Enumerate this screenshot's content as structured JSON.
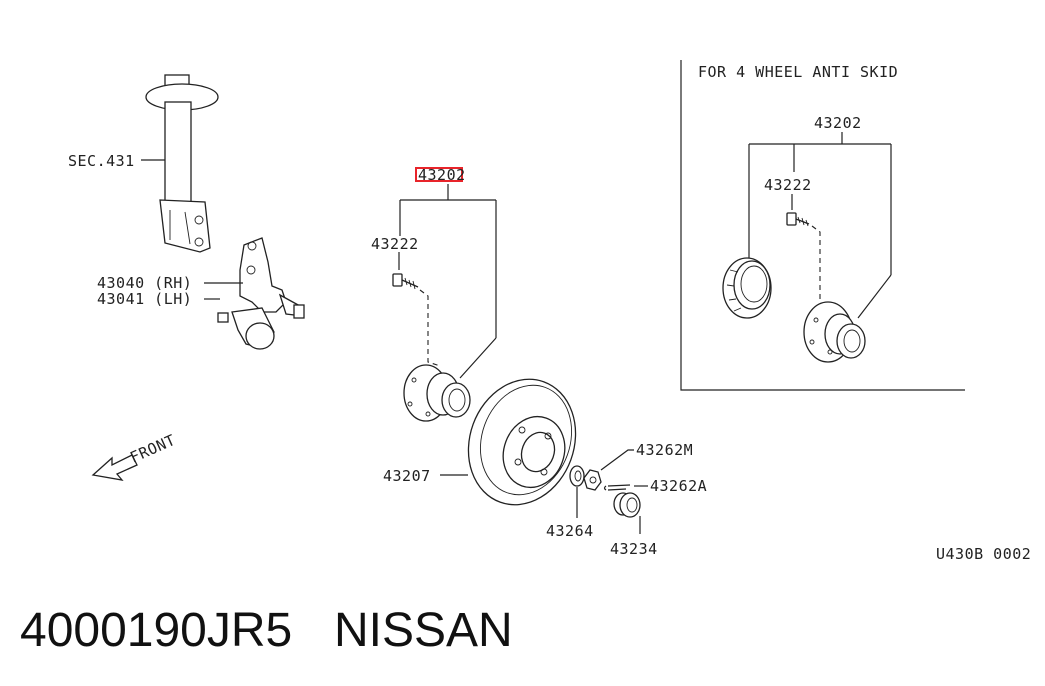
{
  "labels": {
    "anti_skid_title": "FOR 4 WHEEL ANTI SKID",
    "inset_hub": "43202",
    "inset_bolt": "43222",
    "sec_431": "SEC.431",
    "knuckle_rh": "43040 (RH)",
    "knuckle_lh": "43041 (LH)",
    "hub_main": "43202",
    "bolt_main": "43222",
    "front": "FRONT",
    "rotor": "43207",
    "washer": "43264",
    "nut": "43262M",
    "cotter_pin": "43262A",
    "cap": "43234",
    "diagram_code": "U430B 0002"
  },
  "footer": {
    "part_number": "4000190JR5",
    "brand": "NISSAN"
  },
  "highlight_color": "#e8242a",
  "line_color": "#222222"
}
